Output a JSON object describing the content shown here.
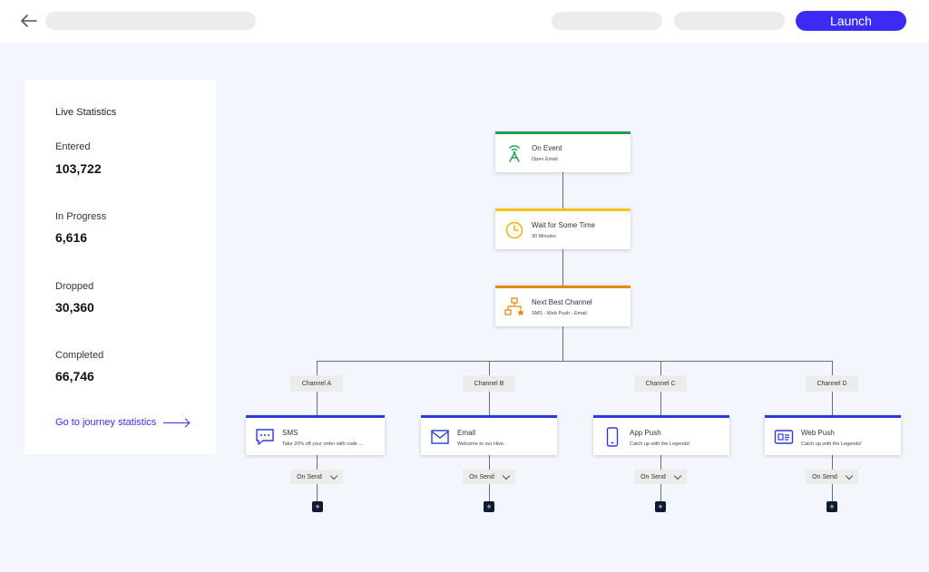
{
  "header": {
    "launch_label": "Launch"
  },
  "stats": {
    "title": "Live Statistics",
    "items": [
      {
        "label": "Entered",
        "value": "103,722"
      },
      {
        "label": "In Progress",
        "value": "6,616"
      },
      {
        "label": "Dropped",
        "value": "30,360"
      },
      {
        "label": "Completed",
        "value": "66,746"
      }
    ],
    "link_label": "Go to journey statistics"
  },
  "flow": {
    "steps": [
      {
        "title": "On Event",
        "subtitle": "Open Email",
        "accent": "#1f9d55"
      },
      {
        "title": "Wait for Some Time",
        "subtitle": "30 Minutes",
        "accent": "#f5c518"
      },
      {
        "title": "Next Best Channel",
        "subtitle": "SMS - Web Push - Email",
        "accent": "#e58a14"
      }
    ],
    "channels": [
      {
        "label": "Channel A",
        "title": "SMS",
        "subtitle": "Take 20% off your order with code ...",
        "icon": "sms-icon",
        "trigger": "On Send"
      },
      {
        "label": "Channel B",
        "title": "Email",
        "subtitle": "Welcome to our Hive.",
        "icon": "email-icon",
        "trigger": "On Send"
      },
      {
        "label": "Channel C",
        "title": "App Push",
        "subtitle": "Catch up with the Legends!",
        "icon": "phone-icon",
        "trigger": "On Send"
      },
      {
        "label": "Channel D",
        "title": "Web Push",
        "subtitle": "Catch up with the Legends!",
        "icon": "browser-icon",
        "trigger": "On Send"
      }
    ],
    "channel_accent": "#2b3ad8",
    "add_symbol": "+"
  }
}
